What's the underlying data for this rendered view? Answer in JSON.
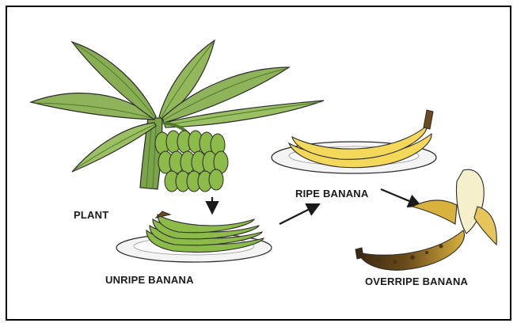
{
  "labels": {
    "plant": "PLANT",
    "unripe": "UNRIPE BANANA",
    "ripe": "RIPE BANANA",
    "overripe": "OVERRIPE BANANA"
  },
  "colors": {
    "leaf": "#8fb35a",
    "leaf_dark": "#4e7a2a",
    "unripe_fruit": "#8dbb4a",
    "ripe_fruit": "#f3d85a",
    "overripe_fruit": "#d9b23d",
    "overripe_spots": "#4a3514",
    "plate": "#f4f4f4",
    "outline": "#2b2b2b"
  },
  "icons": [
    "banana-plant-illustration",
    "unripe-bananas-plate",
    "ripe-banana-plate",
    "peeled-overripe-banana",
    "arrow-down-icon",
    "arrow-right-up-icon",
    "arrow-right-down-icon"
  ]
}
